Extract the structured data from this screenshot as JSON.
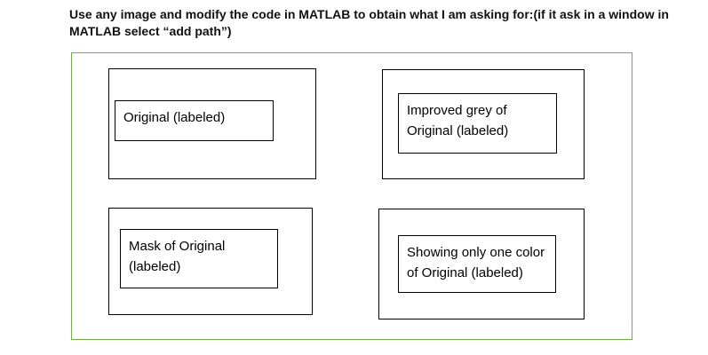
{
  "header": {
    "instruction": "Use any image and modify the code in MATLAB to obtain what I am asking for:(if it ask in a window in MATLAB select “add path”)"
  },
  "figure": {
    "frame_color": "#70AD47",
    "box_border_color": "#000000",
    "panels": [
      {
        "id": "original",
        "label": "Original (labeled)"
      },
      {
        "id": "improved-grey",
        "label": "Improved grey of Original (labeled)"
      },
      {
        "id": "mask",
        "label": "Mask of Original (labeled)"
      },
      {
        "id": "one-color",
        "label": "Showing only one color of Original (labeled)"
      }
    ]
  }
}
